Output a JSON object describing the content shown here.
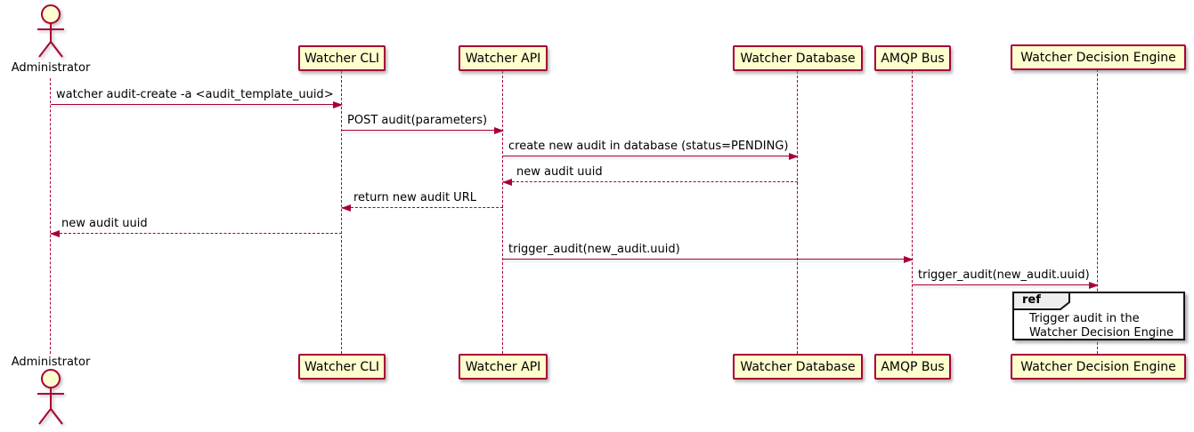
{
  "diagram_type": "plantuml-sequence",
  "colors": {
    "accent": "#A80036",
    "participant_fill": "#FEFECE",
    "ref_border": "#121212",
    "ref_tab_fill": "#EEEEEE",
    "background": "#FFFFFF"
  },
  "actor": {
    "label": "Administrator"
  },
  "participants": [
    {
      "id": "watcher-cli",
      "label": "Watcher CLI"
    },
    {
      "id": "watcher-api",
      "label": "Watcher API"
    },
    {
      "id": "watcher-database",
      "label": "Watcher Database"
    },
    {
      "id": "amqp-bus",
      "label": "AMQP Bus"
    },
    {
      "id": "watcher-decision-engine",
      "label": "Watcher Decision Engine"
    }
  ],
  "messages": [
    {
      "from": "Administrator",
      "to": "Watcher CLI",
      "line": "solid",
      "direction": "right",
      "label": "watcher audit-create -a <audit_template_uuid>"
    },
    {
      "from": "Watcher CLI",
      "to": "Watcher API",
      "line": "solid",
      "direction": "right",
      "label": "POST audit(parameters)"
    },
    {
      "from": "Watcher API",
      "to": "Watcher Database",
      "line": "solid",
      "direction": "right",
      "label": "create new audit in database (status=PENDING)"
    },
    {
      "from": "Watcher Database",
      "to": "Watcher API",
      "line": "dashed",
      "direction": "left",
      "label": "new audit uuid"
    },
    {
      "from": "Watcher API",
      "to": "Watcher CLI",
      "line": "dashed",
      "direction": "left",
      "label": "return new audit URL"
    },
    {
      "from": "Watcher CLI",
      "to": "Administrator",
      "line": "dashed",
      "direction": "left",
      "label": "new audit uuid"
    },
    {
      "from": "Watcher API",
      "to": "AMQP Bus",
      "line": "solid",
      "direction": "right",
      "label": "trigger_audit(new_audit.uuid)"
    },
    {
      "from": "AMQP Bus",
      "to": "Watcher Decision Engine",
      "line": "solid",
      "direction": "right",
      "label": "trigger_audit(new_audit.uuid)"
    }
  ],
  "ref": {
    "tab_label": "ref",
    "line1": "Trigger audit in the",
    "line2": "Watcher Decision Engine"
  }
}
